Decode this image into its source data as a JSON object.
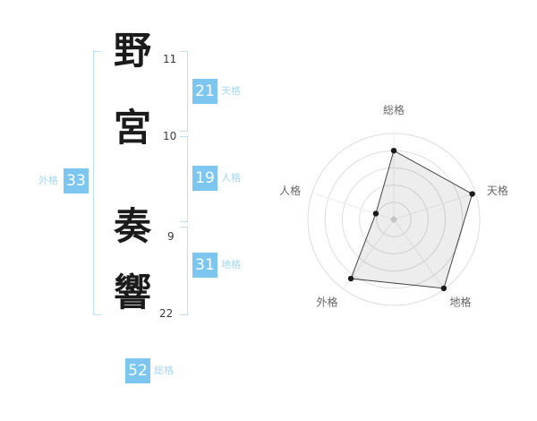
{
  "name": {
    "characters": [
      {
        "char": "野",
        "strokes": "11"
      },
      {
        "char": "宮",
        "strokes": "10"
      },
      {
        "char": "奏",
        "strokes": "9"
      },
      {
        "char": "響",
        "strokes": "22"
      }
    ],
    "categories": [
      {
        "id": "tenkaku",
        "label": "天格",
        "value": "21"
      },
      {
        "id": "jinkaku",
        "label": "人格",
        "value": "19"
      },
      {
        "id": "chikaku",
        "label": "地格",
        "value": "31"
      },
      {
        "id": "gaikaku",
        "label": "外格",
        "value": "33"
      },
      {
        "id": "soukaku",
        "label": "総格",
        "value": "52"
      }
    ],
    "colors": {
      "value_box": "#7dc6f0",
      "label_text": "#a6d7f5",
      "bracket_line": "#bcdff7"
    }
  },
  "chart_data": {
    "type": "radar",
    "axes": [
      "総格",
      "天格",
      "地格",
      "外格",
      "人格"
    ],
    "values": [
      52,
      21,
      31,
      33,
      19
    ],
    "plot_fraction": [
      0.8,
      0.96,
      0.99,
      0.85,
      0.22
    ],
    "rings": 5,
    "start_angle_deg": 90,
    "direction": "clockwise",
    "grid_color": "#dddddd",
    "spoke_color": "#ececec",
    "polygon_stroke": "#444444",
    "dot_color": "#1a1a1a",
    "label_color": "#666666"
  }
}
